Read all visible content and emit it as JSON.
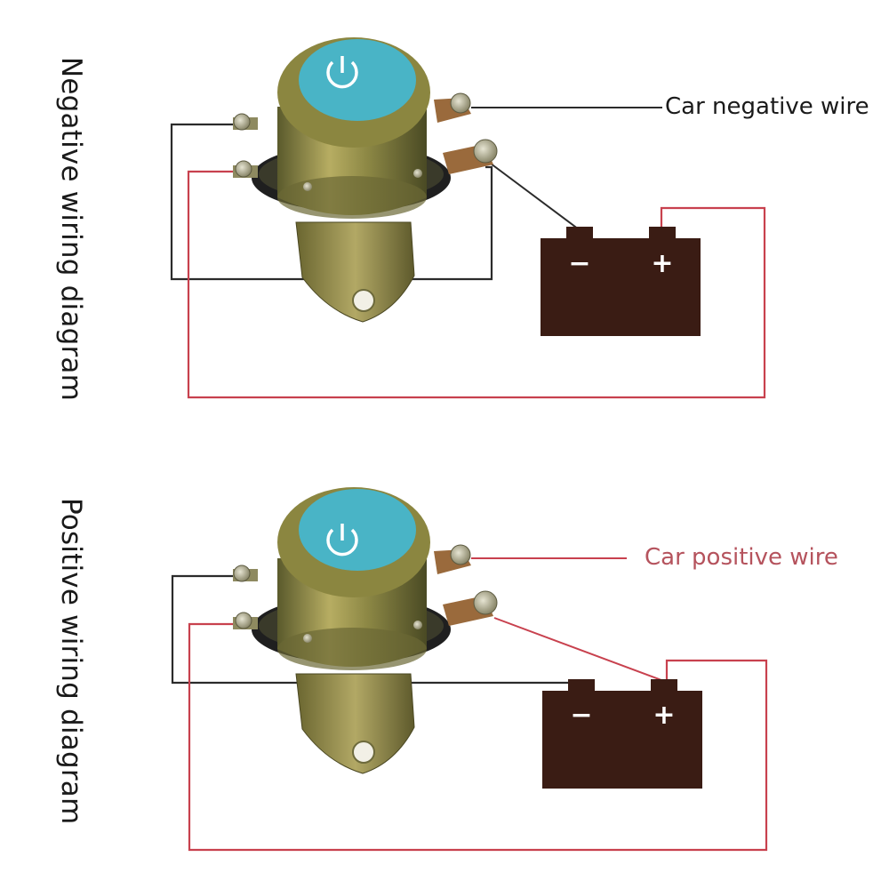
{
  "panels": [
    {
      "title": "Negative wiring diagram",
      "wire_label": "Car negative wire",
      "battery": {
        "negative_symbol": "−",
        "positive_symbol": "+"
      }
    },
    {
      "title": "Positive wiring diagram",
      "wire_label": "Car positive wire",
      "battery": {
        "negative_symbol": "−",
        "positive_symbol": "+"
      }
    }
  ],
  "colors": {
    "black_wire": "#2b2b2b",
    "red_wire": "#c8414e",
    "battery": "#3a1c14",
    "relay_cap": "#49b4c6",
    "relay_body": "#8f8a45",
    "label_positive": "#b5535d"
  },
  "icons": [
    "power-icon",
    "battery-icon",
    "relay-icon"
  ]
}
